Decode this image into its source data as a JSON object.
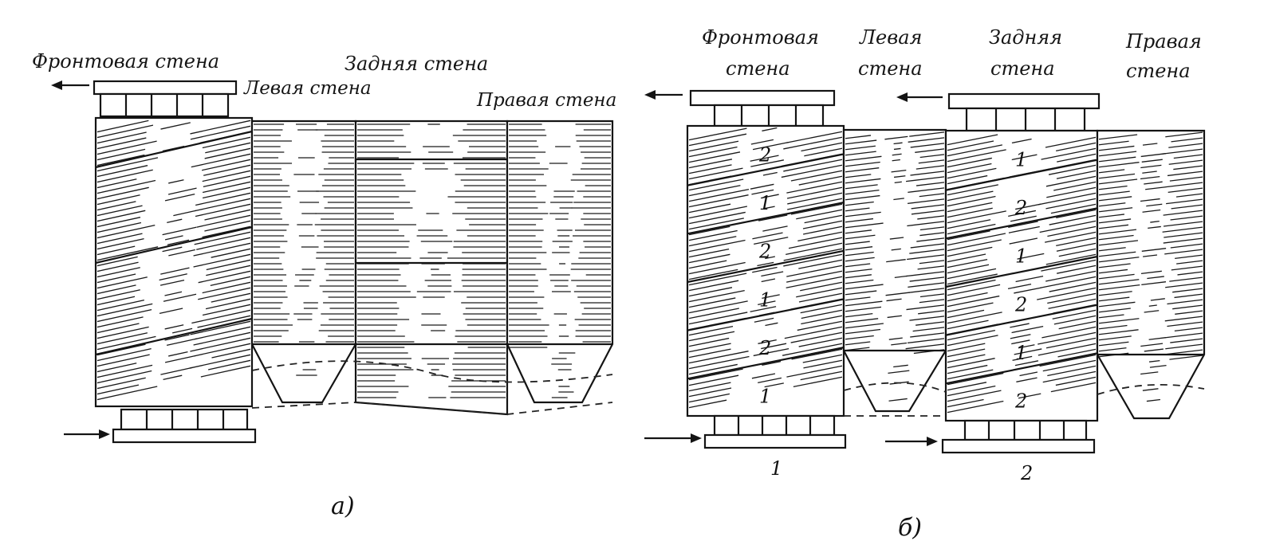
{
  "diagram_a": {
    "caption": "а)",
    "label_front": "Фронтовая стена",
    "label_back": "Задняя стена",
    "label_left": "Левая стена",
    "label_right": "Правая стена"
  },
  "diagram_b": {
    "caption": "б)",
    "label_front_line1": "Фронтовая",
    "label_front_line2": "стена",
    "label_left_line1": "Левая",
    "label_left_line2": "стена",
    "label_back_line1": "Задняя",
    "label_back_line2": "стена",
    "label_right_line1": "Правая",
    "label_right_line2": "стена",
    "front_numbers": [
      "2",
      "1",
      "2",
      "1",
      "2",
      "1"
    ],
    "back_numbers": [
      "1",
      "2",
      "1",
      "2",
      "1",
      "2"
    ],
    "collector_1_label": "1",
    "collector_2_label": "2"
  },
  "colors": {
    "ink": "#141414",
    "paper": "#ffffff"
  }
}
